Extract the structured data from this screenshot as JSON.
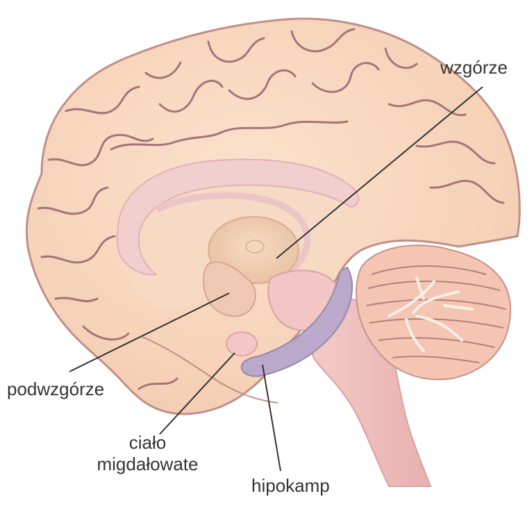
{
  "labels": {
    "thalamus": "wzgórze",
    "hypothalamus": "podwzgórze",
    "amygdala_line1": "ciało",
    "amygdala_line2": "migdałowate",
    "hippocampus": "hipokamp"
  },
  "colors": {
    "cortex": "#f8d6bd",
    "sulcus": "#9a6a6e",
    "gyrus_outline": "#b98a86",
    "corpus_callosum": "#f2cfcf",
    "thalamus": "#f0cdb0",
    "brainstem": "#f1c4c0",
    "hippocampus": "#b9a8c8",
    "amygdala": "#f5c6c8",
    "cerebellum": "#f3c5b2",
    "leader_line": "#333333",
    "text": "#333333"
  }
}
